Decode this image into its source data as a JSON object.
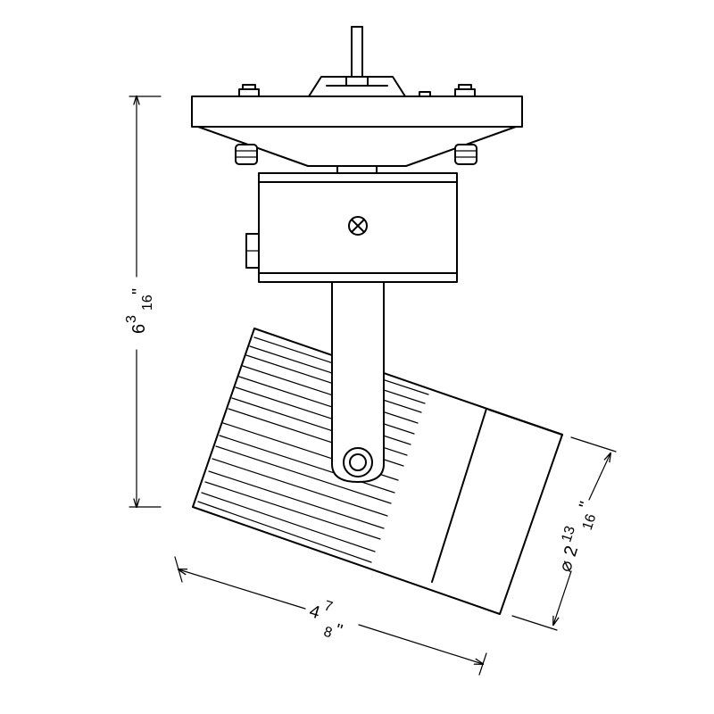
{
  "dimensions": {
    "height": {
      "whole": "6",
      "numerator": "3",
      "denominator": "16",
      "mark": "\""
    },
    "width": {
      "whole": "4",
      "numerator": "7",
      "denominator": "8",
      "mark": "\""
    },
    "diameter": {
      "symbol": "⌀",
      "whole": "2",
      "numerator": "13",
      "denominator": "16",
      "mark": "\""
    }
  }
}
